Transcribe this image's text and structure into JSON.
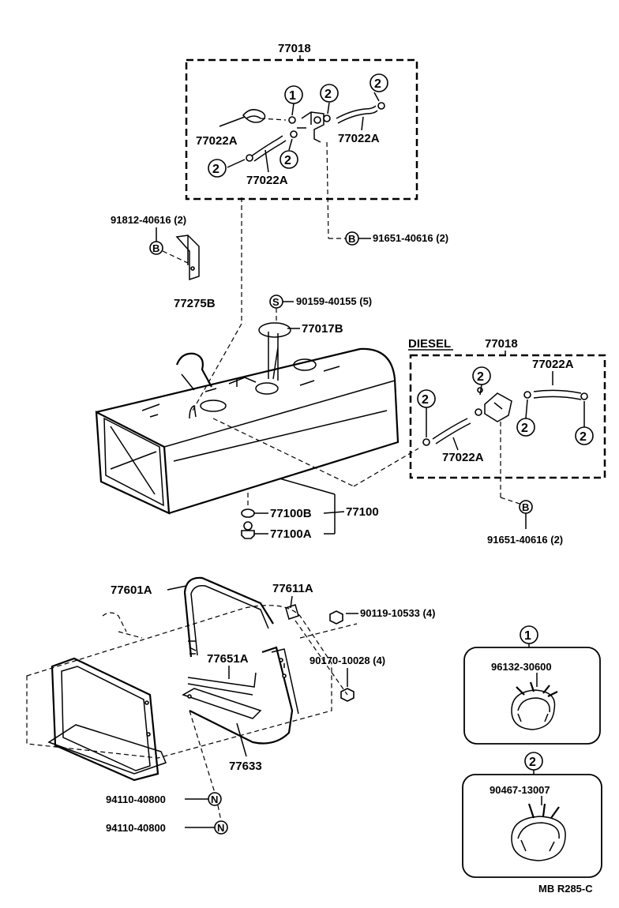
{
  "labels": {
    "kit_main": "77018",
    "hose_1": "77022A",
    "hose_2": "77022A",
    "hose_3": "77022A",
    "bolt_top": "91812-40616 (2)",
    "bracket": "77275B",
    "nut_top": "91651-40616 (2)",
    "screw": "90159-40155 (5)",
    "gauge": "77017B",
    "diesel": "DIESEL",
    "kit_diesel": "77018",
    "d_hose_a": "77022A",
    "d_hose_b": "77022A",
    "plug_b": "77100B",
    "plug": "77100",
    "plug_a": "77100A",
    "nut_diesel": "91651-40616 (2)",
    "band_l": "77601A",
    "band_r": "77611A",
    "bolt_band": "90119-10533 (4)",
    "nut_band": "90170-10028 (4)",
    "protector": "77651A",
    "protector2": "77633",
    "washer_1": "94110-40800",
    "washer_2": "94110-40800",
    "clamp1_part": "96132-30600",
    "clamp2_part": "90467-13007",
    "figure_code": "MB R285-C"
  },
  "markers": {
    "c1": "1",
    "c2": "2",
    "b": "B",
    "s": "S",
    "n": "N"
  }
}
